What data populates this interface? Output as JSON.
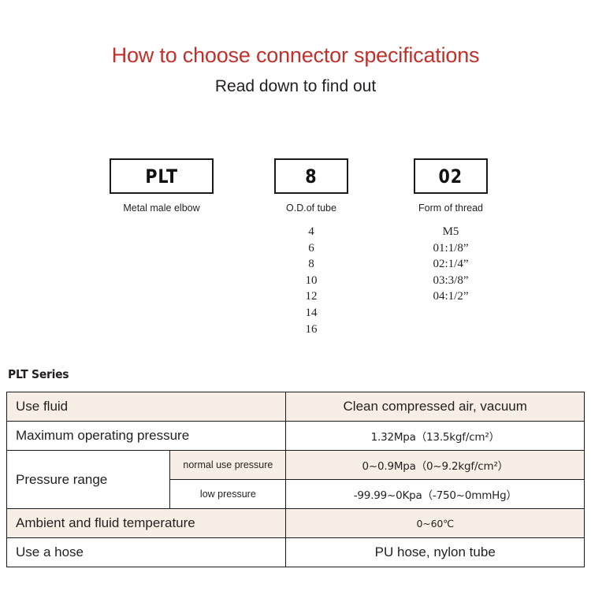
{
  "header": {
    "title": "How to choose connector specifications",
    "subtitle": "Read down to find out",
    "title_color": "#bf322b"
  },
  "code_breakdown": {
    "columns": [
      {
        "code": "PLT",
        "caption": "Metal male elbow",
        "options": []
      },
      {
        "code": "8",
        "caption": "O.D.of tube",
        "options": [
          "4",
          "6",
          "8",
          "10",
          "12",
          "14",
          "16"
        ]
      },
      {
        "code": "02",
        "caption": "Form of thread",
        "options": [
          "M5",
          "01:1/8”",
          "02:1/4”",
          "03:3/8”",
          "04:1/2”"
        ]
      }
    ]
  },
  "spec": {
    "heading": "PLT Series",
    "row_beige_color": "#f7efe5",
    "rows": [
      {
        "label": "Use fluid",
        "value": "Clean compressed air, vacuum"
      },
      {
        "label": "Maximum operating pressure",
        "value": "1.32Mpa（13.5kgf/cm²）"
      },
      {
        "label": "Pressure range",
        "sub_rows": [
          {
            "sub_label": "normal use pressure",
            "value": "0~0.9Mpa（0~9.2kgf/cm²）"
          },
          {
            "sub_label": "low pressure",
            "value": "-99.99~0Kpa（-750~0mmHg）"
          }
        ]
      },
      {
        "label": "Ambient and fluid temperature",
        "value": "0~60℃"
      },
      {
        "label": "Use a hose",
        "value": "PU hose, nylon tube"
      }
    ]
  }
}
